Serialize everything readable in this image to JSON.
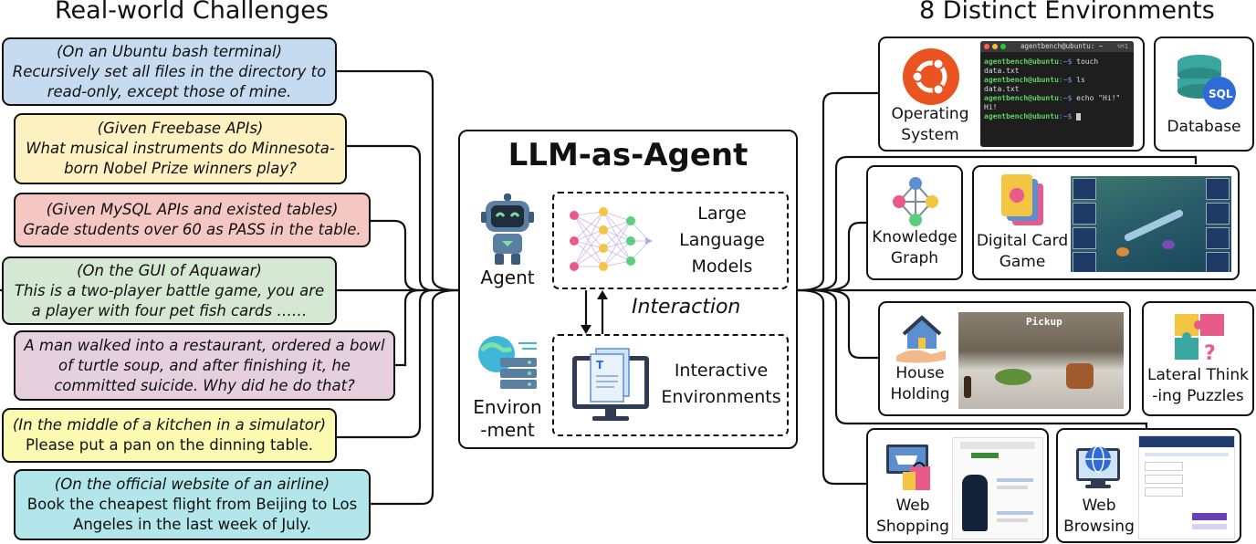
{
  "headings": {
    "left": "Real-world Challenges",
    "right": "8 Distinct Environments"
  },
  "challenges": [
    {
      "context": "(On an Ubuntu bash terminal)",
      "task": "Recursively set all files in the directory to read-only, except those of mine.",
      "color": "#c6dbef"
    },
    {
      "context": "(Given Freebase APIs)",
      "task": "What musical instruments do Minnesota-born Nobel Prize winners play?",
      "color": "#fdf0c1"
    },
    {
      "context": "(Given MySQL APIs and existed tables)",
      "task": "Grade students over 60 as PASS in the table.",
      "color": "#f4c7c3"
    },
    {
      "context": "(On the GUI of Aquawar)",
      "task": "This is a two-player battle game, you are a player with four pet fish cards ……",
      "color": "#d5e8d4"
    },
    {
      "context": "",
      "task": "A man walked into a restaurant, ordered a bowl of turtle soup, and after finishing it, he committed suicide. Why did he do that?",
      "color": "#e6d0de"
    },
    {
      "context": "(In the middle of a kitchen in a simulator)",
      "task": "Please put a pan on the dinning table.",
      "color": "#fafab0"
    },
    {
      "context": "(On the official website of an airline)",
      "task": "Book the cheapest flight from Beijing to Los Angeles in the last week of July.",
      "color": "#b2e6ea"
    }
  ],
  "center": {
    "title": "LLM-as-Agent",
    "agent_label": "Agent",
    "environment_label": "Environ\n-ment",
    "llm_label": "Large\nLanguage\nModels",
    "interaction_label": "Interaction",
    "env_box_label": "Interactive\nEnvironments"
  },
  "environments": {
    "os": "Operating\nSystem",
    "db": "Database",
    "kg": "Knowledge\nGraph",
    "dcg": "Digital Card\nGame",
    "house": "House\nHolding",
    "lateral": "Lateral Think\n-ing Puzzles",
    "shop": "Web\nShopping",
    "browse": "Web\nBrowsing"
  },
  "terminal": {
    "title": "agentbench@ubuntu: ~",
    "shortcut": "⌥⌘1",
    "lines": [
      {
        "prompt": "agentbench@ubuntu",
        "path": ":~$ ",
        "cmd": "touch data.txt"
      },
      {
        "prompt": "agentbench@ubuntu",
        "path": ":~$ ",
        "cmd": "ls"
      },
      {
        "out": "data.txt"
      },
      {
        "prompt": "agentbench@ubuntu",
        "path": ":~$ ",
        "cmd": "echo \"Hi!\""
      },
      {
        "out": "Hi!"
      },
      {
        "prompt": "agentbench@ubuntu",
        "path": ":~$ ",
        "cmd": ""
      }
    ]
  },
  "screenshots": {
    "db_icon_text": "SQL",
    "kitchen_text": "Pickup"
  },
  "colors": {
    "ubuntu": "#e95420",
    "db_teal": "#3aa6a0",
    "accent_blue": "#2e6bd6"
  }
}
